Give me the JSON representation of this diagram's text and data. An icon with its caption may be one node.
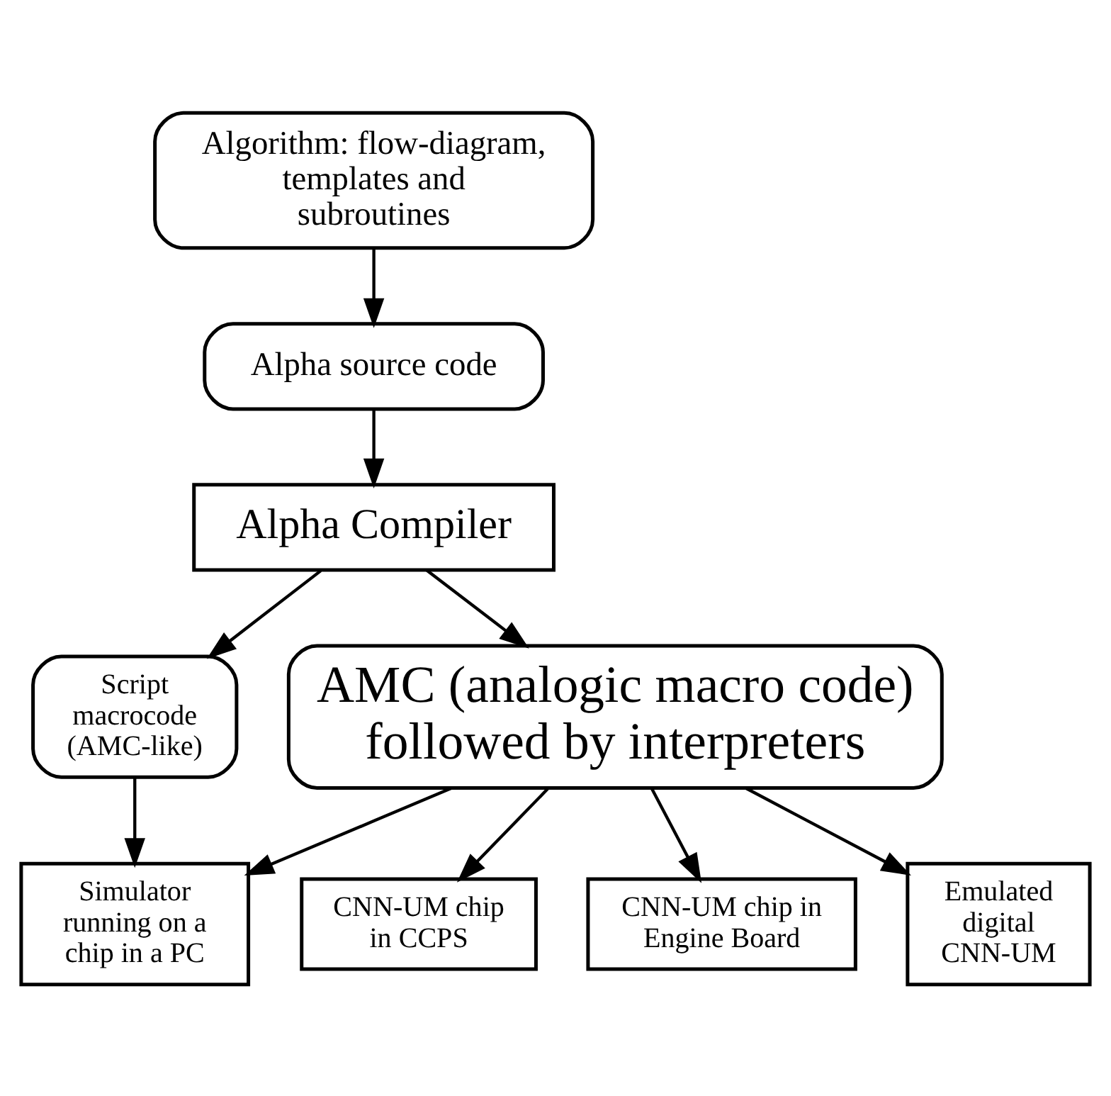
{
  "diagram": {
    "nodes": [
      {
        "text": [
          "Algorithm: flow-diagram, templates and subroutines"
        ]
      },
      {
        "text": [
          "Alpha source code"
        ]
      },
      {
        "text": [
          "Alpha Compiler"
        ]
      },
      {
        "text": [
          "Script macrocode (AMC-like)"
        ]
      },
      {
        "text": [
          "AMC (analogic macro code) followed by interpreters"
        ]
      },
      {
        "text": [
          "Simulator running on a chip in a PC"
        ]
      },
      {
        "text": [
          "CNN-UM chip in CCPS"
        ]
      },
      {
        "text": [
          "CNN-UM chip in Engine Board"
        ]
      },
      {
        "text": [
          "Emulated digital CNN-UM"
        ]
      }
    ],
    "edges": [
      {
        "from": 0,
        "to": 1,
        "arrow": "to"
      },
      {
        "from": 1,
        "to": 2,
        "arrow": "to"
      },
      {
        "from": 2,
        "to": 3,
        "arrow": "to"
      },
      {
        "from": 2,
        "to": 4,
        "arrow": "to"
      },
      {
        "from": 3,
        "to": 5,
        "arrow": "to"
      },
      {
        "from": 4,
        "to": 5,
        "arrow": "to"
      },
      {
        "from": 4,
        "to": 6,
        "arrow": "to"
      },
      {
        "from": 4,
        "to": 7,
        "arrow": "to"
      },
      {
        "from": 4,
        "to": 8,
        "arrow": "to"
      }
    ]
  }
}
